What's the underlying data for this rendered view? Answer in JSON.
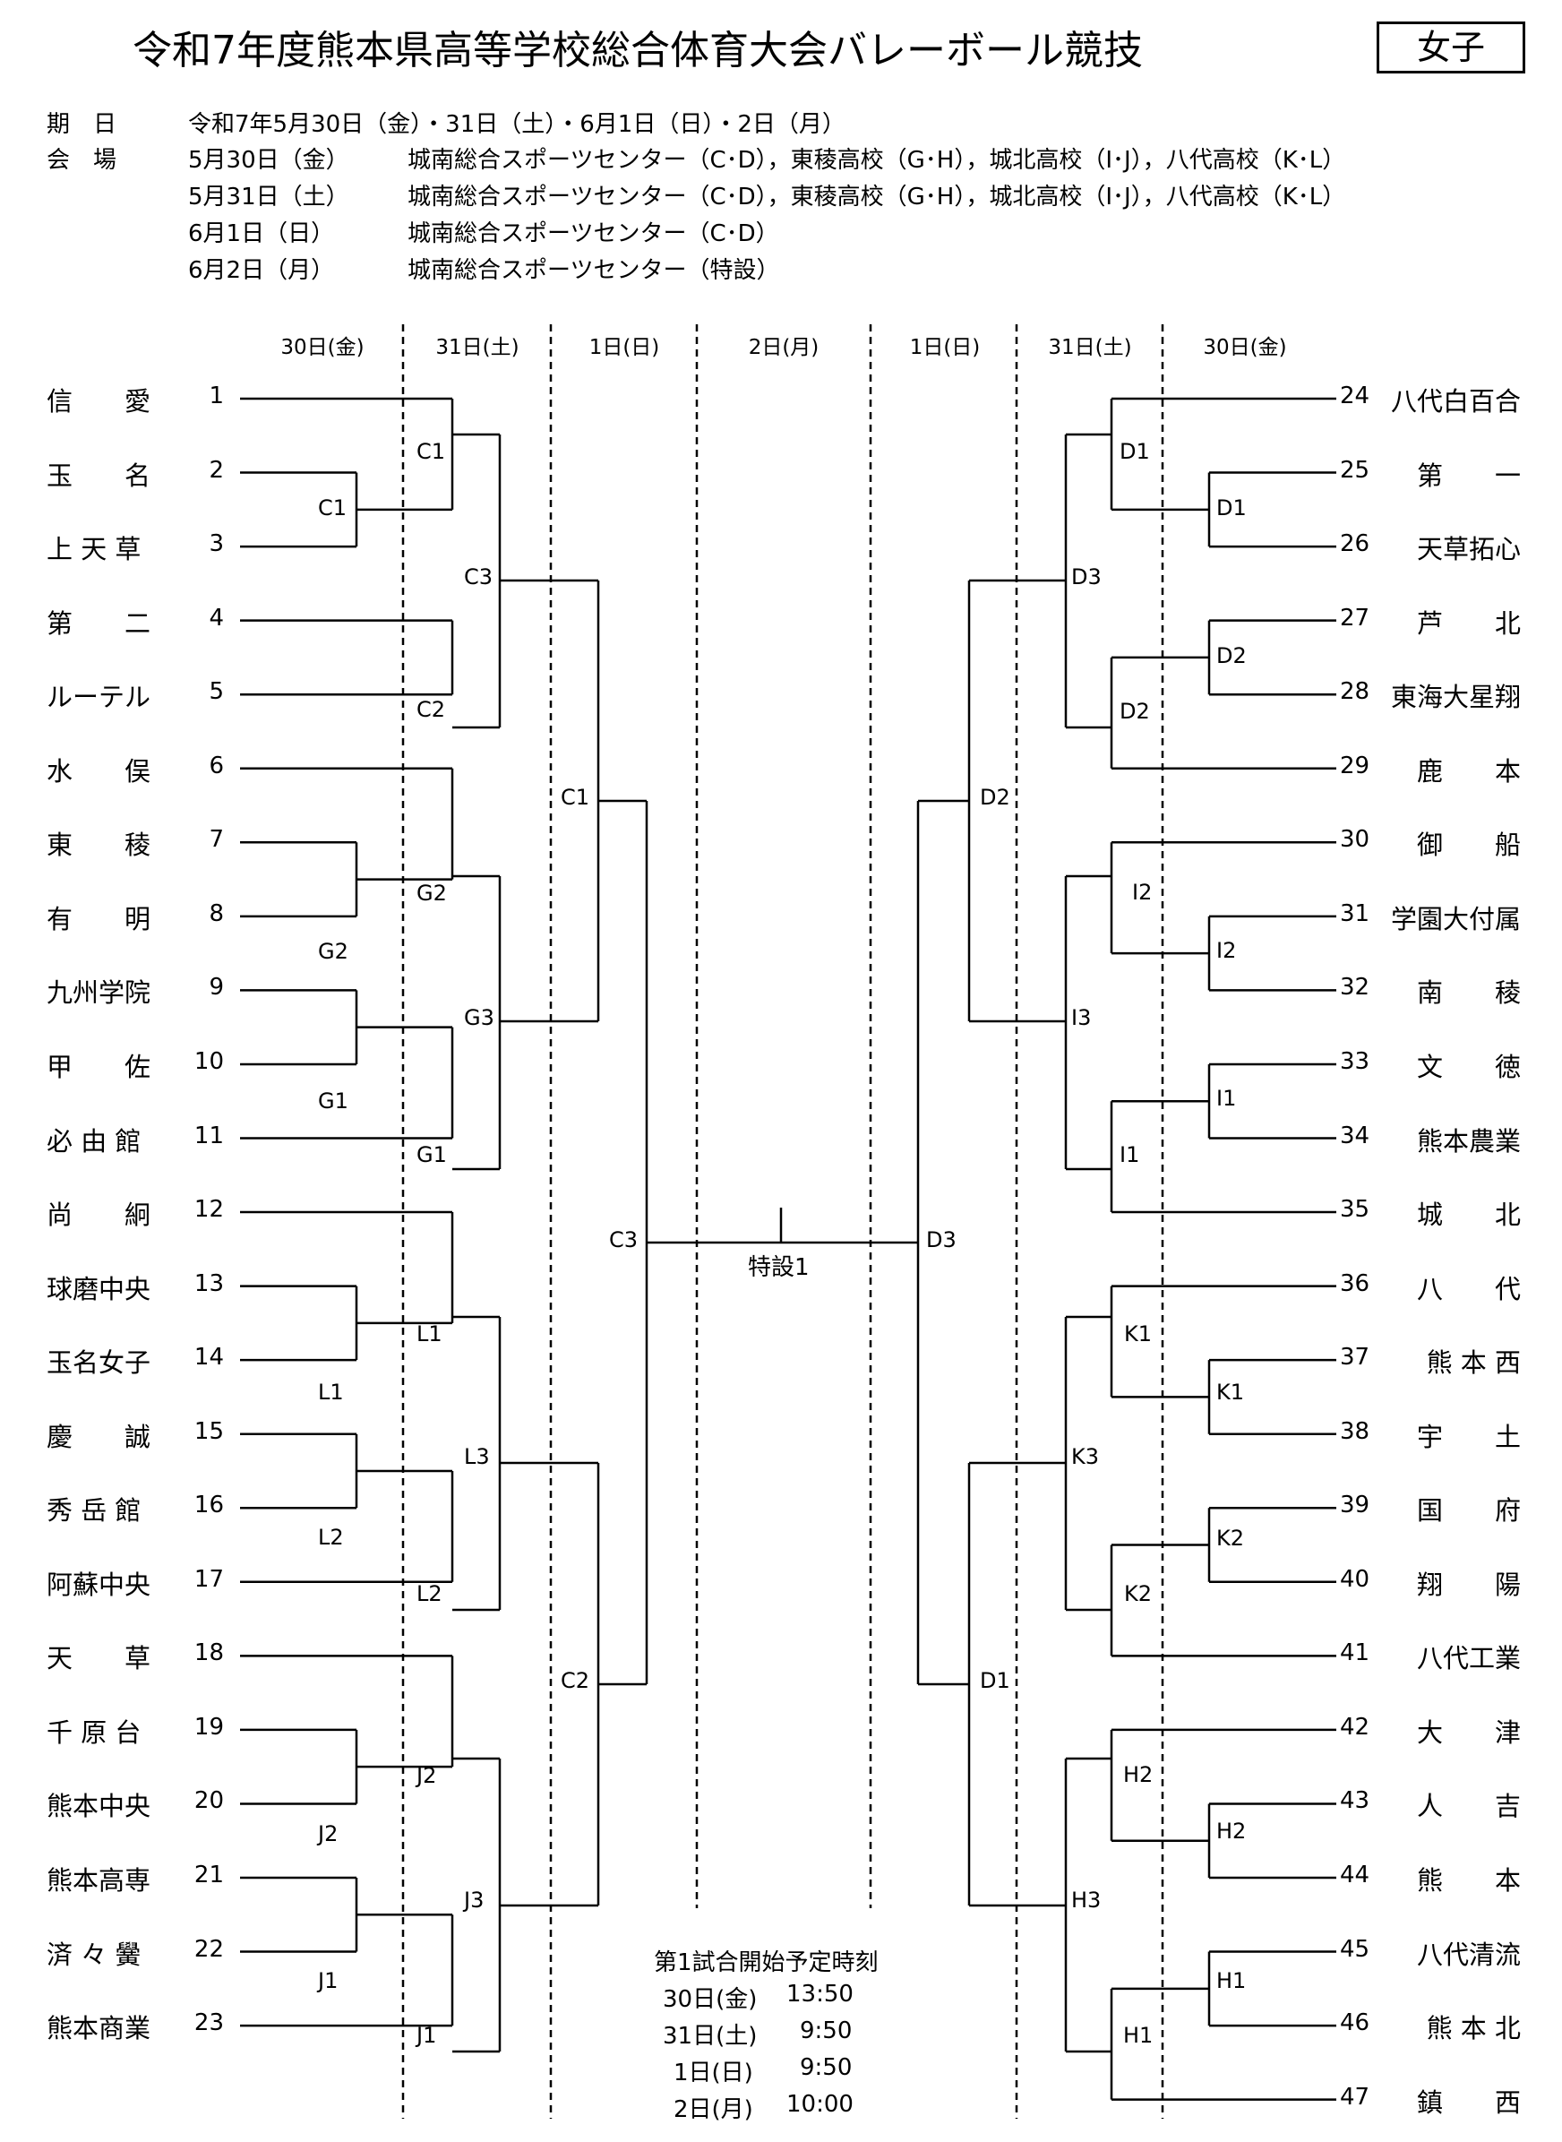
{
  "header": {
    "title": "令和7年度熊本県高等学校総合体育大会バレーボール競技",
    "category": "女子"
  },
  "schedule": {
    "period_label": "期　日",
    "period_value": "令和7年5月30日（金）・31日（土）・6月1日（日）・2日（月）",
    "venue_label": "会　場",
    "venues": [
      {
        "date": "5月30日（金）",
        "place": "城南総合スポーツセンター（C･D），東稜高校（G･H），城北高校（I･J），八代高校（K･L）"
      },
      {
        "date": "5月31日（土）",
        "place": "城南総合スポーツセンター（C･D），東稜高校（G･H），城北高校（I･J），八代高校（K･L）"
      },
      {
        "date": "6月1日（日）",
        "place": "城南総合スポーツセンター（C･D）"
      },
      {
        "date": "6月2日（月）",
        "place": "城南総合スポーツセンター（特設）"
      }
    ]
  },
  "day_headers": [
    "30日(金)",
    "31日(土)",
    "1日(日)",
    "2日(月)",
    "1日(日)",
    "31日(土)",
    "30日(金)"
  ],
  "teams_left": [
    {
      "no": "1",
      "name": "信　　愛"
    },
    {
      "no": "2",
      "name": "玉　　名"
    },
    {
      "no": "3",
      "name": "上 天 草"
    },
    {
      "no": "4",
      "name": "第　　二"
    },
    {
      "no": "5",
      "name": "ルーテル"
    },
    {
      "no": "6",
      "name": "水　　俣"
    },
    {
      "no": "7",
      "name": "東　　稜"
    },
    {
      "no": "8",
      "name": "有　　明"
    },
    {
      "no": "9",
      "name": "九州学院"
    },
    {
      "no": "10",
      "name": "甲　　佐"
    },
    {
      "no": "11",
      "name": "必 由 館"
    },
    {
      "no": "12",
      "name": "尚　　絅"
    },
    {
      "no": "13",
      "name": "球磨中央"
    },
    {
      "no": "14",
      "name": "玉名女子"
    },
    {
      "no": "15",
      "name": "慶　　誠"
    },
    {
      "no": "16",
      "name": "秀 岳 館"
    },
    {
      "no": "17",
      "name": "阿蘇中央"
    },
    {
      "no": "18",
      "name": "天　　草"
    },
    {
      "no": "19",
      "name": "千 原 台"
    },
    {
      "no": "20",
      "name": "熊本中央"
    },
    {
      "no": "21",
      "name": "熊本高専"
    },
    {
      "no": "22",
      "name": "済 々 黌"
    },
    {
      "no": "23",
      "name": "熊本商業"
    }
  ],
  "teams_right": [
    {
      "no": "24",
      "name": "八代白百合"
    },
    {
      "no": "25",
      "name": "第　　一"
    },
    {
      "no": "26",
      "name": "天草拓心"
    },
    {
      "no": "27",
      "name": "芦　　北"
    },
    {
      "no": "28",
      "name": "東海大星翔"
    },
    {
      "no": "29",
      "name": "鹿　　本"
    },
    {
      "no": "30",
      "name": "御　　船"
    },
    {
      "no": "31",
      "name": "学園大付属"
    },
    {
      "no": "32",
      "name": "南　　稜"
    },
    {
      "no": "33",
      "name": "文　　徳"
    },
    {
      "no": "34",
      "name": "熊本農業"
    },
    {
      "no": "35",
      "name": "城　　北"
    },
    {
      "no": "36",
      "name": "八　　代"
    },
    {
      "no": "37",
      "name": "熊 本 西"
    },
    {
      "no": "38",
      "name": "宇　　土"
    },
    {
      "no": "39",
      "name": "国　　府"
    },
    {
      "no": "40",
      "name": "翔　　陽"
    },
    {
      "no": "41",
      "name": "八代工業"
    },
    {
      "no": "42",
      "name": "大　　津"
    },
    {
      "no": "43",
      "name": "人　　吉"
    },
    {
      "no": "44",
      "name": "熊　　本"
    },
    {
      "no": "45",
      "name": "八代清流"
    },
    {
      "no": "46",
      "name": "熊 本 北"
    },
    {
      "no": "47",
      "name": "鎮　　西"
    }
  ],
  "match_labels": {
    "left": [
      "C1",
      "C1",
      "C2",
      "C3",
      "G2",
      "G2",
      "G1",
      "G1",
      "G3",
      "C1",
      "L1",
      "L1",
      "L2",
      "L2",
      "L3",
      "J2",
      "J2",
      "J1",
      "J1",
      "J3",
      "C2",
      "C3"
    ],
    "right": [
      "D1",
      "D1",
      "D2",
      "D2",
      "D3",
      "I2",
      "I2",
      "I1",
      "I1",
      "I3",
      "D2",
      "K1",
      "K1",
      "K2",
      "K2",
      "K3",
      "H2",
      "H2",
      "H1",
      "H1",
      "H3",
      "D1",
      "D3"
    ],
    "final": "特設1"
  },
  "footer": {
    "title": "第1試合開始予定時刻",
    "times": [
      {
        "day": "30日(金)",
        "time": "13:50"
      },
      {
        "day": "31日(土)",
        "time": "9:50"
      },
      {
        "day": "1日(日)",
        "time": "9:50"
      },
      {
        "day": "2日(月)",
        "time": "10:00"
      }
    ]
  }
}
